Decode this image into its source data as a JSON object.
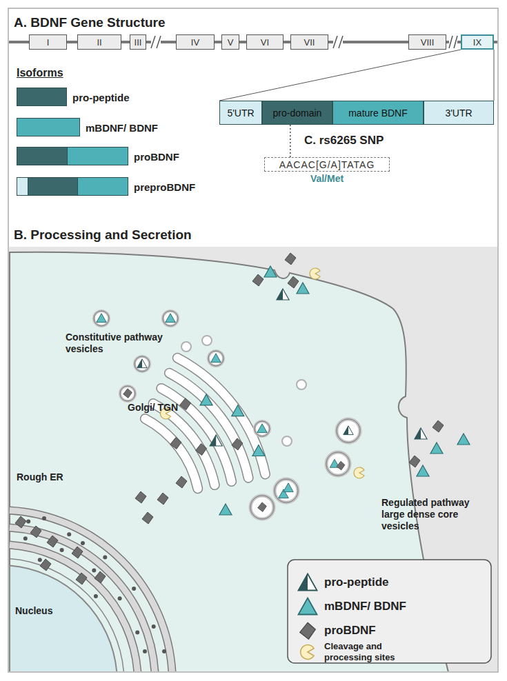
{
  "diagram": {
    "nodes": [
      {
        "text": [
          "I"
        ]
      },
      {
        "text": [
          "II"
        ]
      },
      {
        "text": [
          "III"
        ]
      },
      {
        "text": [
          "IV"
        ]
      },
      {
        "text": [
          "V"
        ]
      },
      {
        "text": [
          "VI"
        ]
      },
      {
        "text": [
          "VII"
        ]
      },
      {
        "text": [
          "VIII"
        ]
      },
      {
        "text": [
          "IX"
        ]
      },
      {
        "text": [
          "pro-peptide"
        ]
      },
      {
        "text": [
          "mBDNF/ BDNF"
        ]
      },
      {
        "text": [
          "proBDNF"
        ]
      },
      {
        "text": [
          "preproBDNF"
        ]
      },
      {
        "text": [
          "5'UTR"
        ]
      },
      {
        "text": [
          "pro-domain"
        ]
      },
      {
        "text": [
          "mature BDNF"
        ]
      },
      {
        "text": [
          "3'UTR"
        ]
      },
      {
        "text": [
          "AACAC[G/A]TATAG",
          "Val/Met"
        ]
      }
    ],
    "edges": [
      {
        "from": 8,
        "to": 13,
        "arrow": "none"
      },
      {
        "from": 8,
        "to": 16,
        "arrow": "none"
      },
      {
        "from": 14,
        "to": 17,
        "arrow": "none"
      }
    ],
    "labels": [
      "A. BDNF Gene Structure",
      "Isoforms",
      "C. rs6265 SNP",
      "B. Processing and Secretion",
      "Constitutive pathway vesicles",
      "Golgi/ TGN",
      "Rough ER",
      "Regulated pathway large dense core vesicles",
      "Nucleus"
    ],
    "legend": [
      {
        "text": "pro-peptide"
      },
      {
        "text": "mBDNF/ BDNF"
      },
      {
        "text": "proBDNF"
      },
      {
        "text": "Cleavage and processing sites"
      }
    ]
  }
}
